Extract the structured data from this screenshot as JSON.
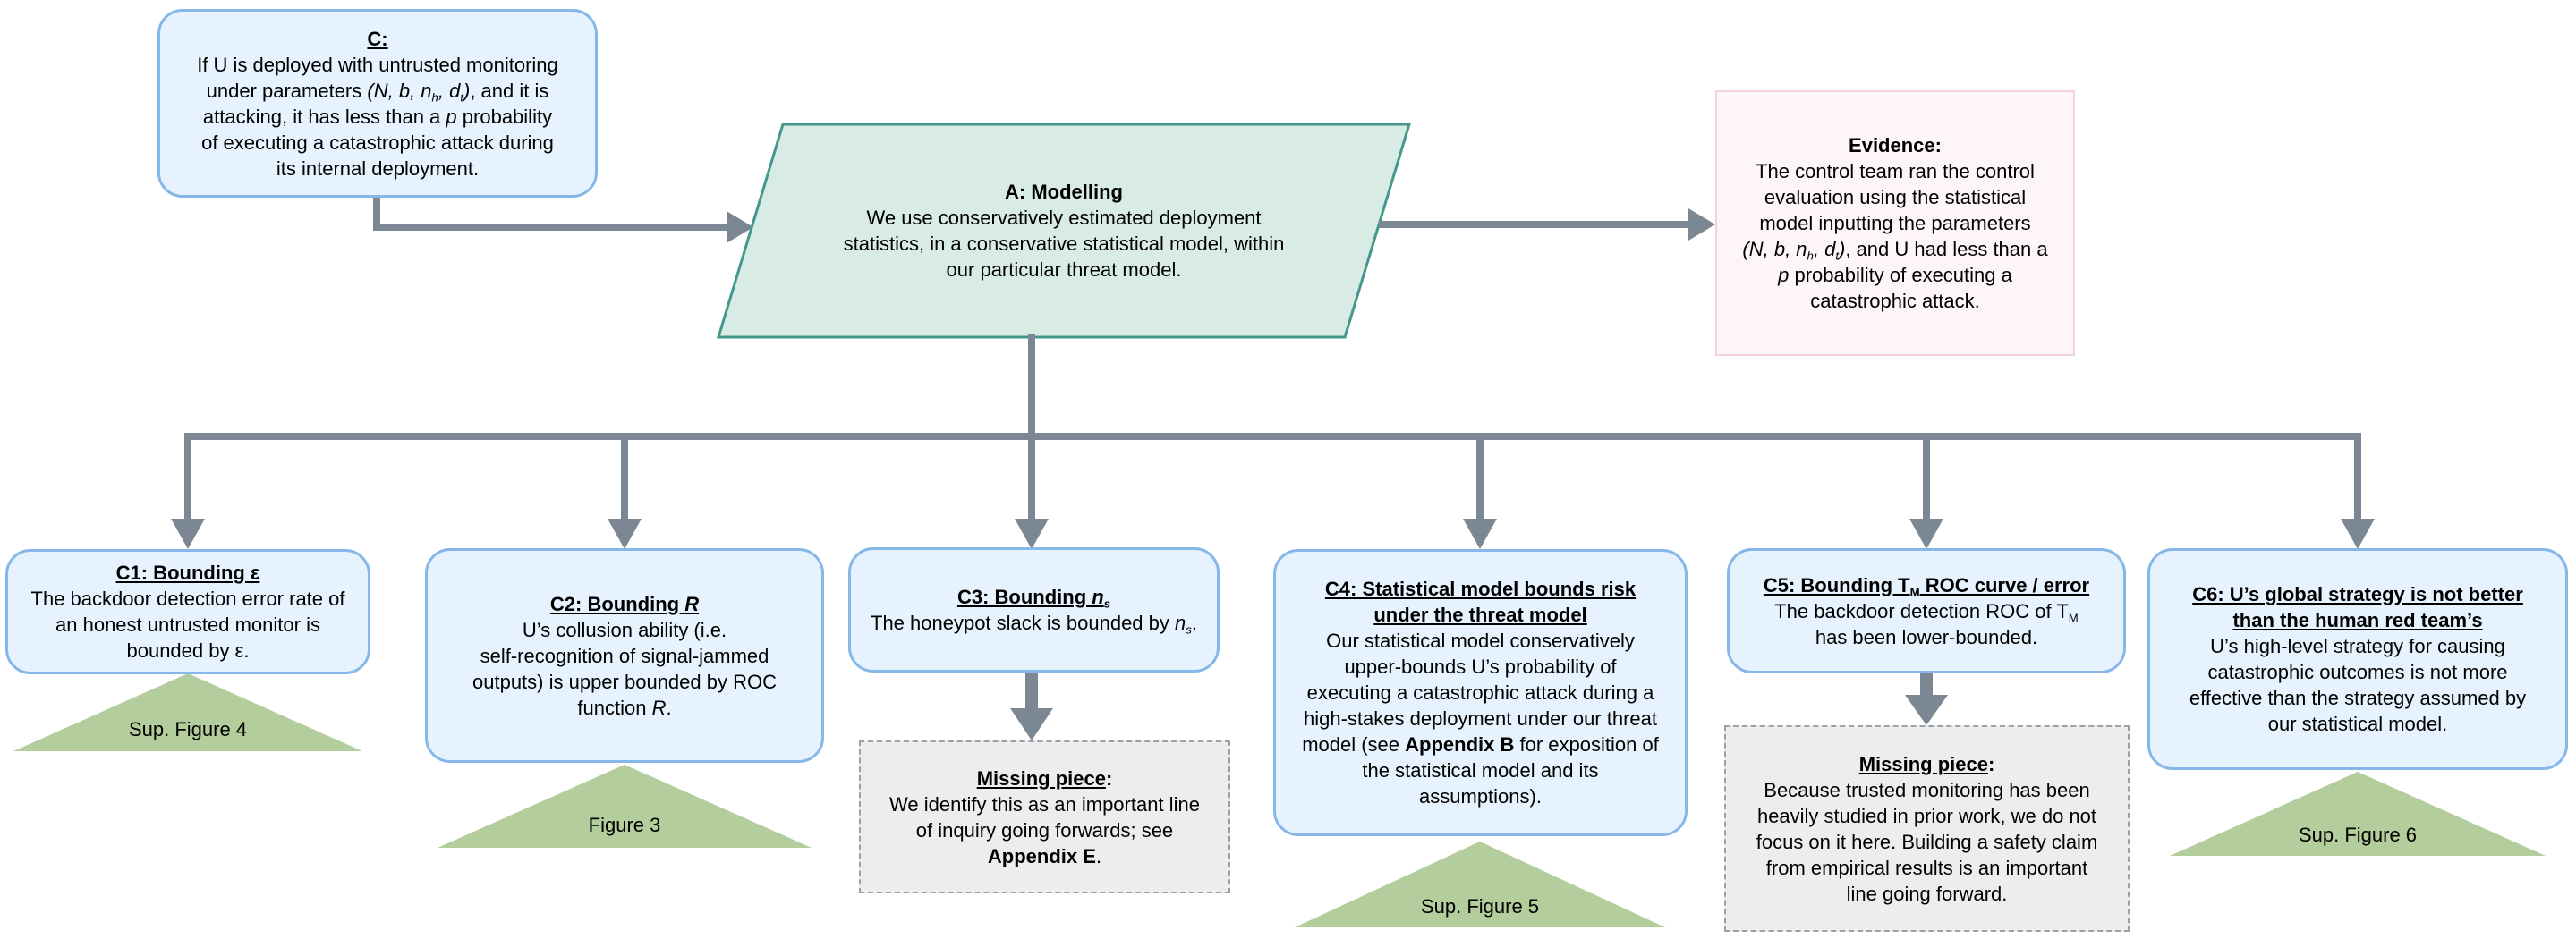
{
  "colors": {
    "claim_fill": "#e6f2fd",
    "claim_border": "#85b7e8",
    "strategy_fill": "#d8ebe5",
    "strategy_border": "#43988b",
    "evidence_fill": "#fdf5f8",
    "evidence_border": "#f5d2e1",
    "missing_fill": "#ededed",
    "missing_border": "#9aa0a6",
    "support_fill": "#b4cd9c",
    "arrow": "#7b8792",
    "text": "#000000"
  },
  "top_claim": {
    "title": [
      {
        "t": "C:",
        "b": 1,
        "u": 1
      }
    ],
    "body": [
      {
        "t": "If U is deployed with untrusted monitoring"
      },
      {
        "br": 1
      },
      {
        "t": "under parameters "
      },
      {
        "t": "(N, b, n",
        "i": 1
      },
      {
        "t": "h",
        "i": 1,
        "sub": 1
      },
      {
        "t": ", d",
        "i": 1
      },
      {
        "t": "t",
        "i": 1,
        "sub": 1
      },
      {
        "t": ")",
        "i": 1
      },
      {
        "t": ", and it is"
      },
      {
        "br": 1
      },
      {
        "t": "attacking, it has less than a "
      },
      {
        "t": "p",
        "i": 1
      },
      {
        "t": " probability"
      },
      {
        "br": 1
      },
      {
        "t": "of executing a catastrophic attack during"
      },
      {
        "br": 1
      },
      {
        "t": "its internal deployment."
      }
    ]
  },
  "strategy": {
    "title": [
      {
        "t": "A: Modelling",
        "b": 1
      }
    ],
    "body": [
      {
        "t": "We use conservatively estimated deployment"
      },
      {
        "br": 1
      },
      {
        "t": "statistics, in a conservative statistical model, within"
      },
      {
        "br": 1
      },
      {
        "t": "our particular threat model."
      }
    ]
  },
  "evidence": {
    "title": [
      {
        "t": "Evidence:",
        "b": 1
      }
    ],
    "body": [
      {
        "t": "The control team ran the control"
      },
      {
        "br": 1
      },
      {
        "t": "evaluation using the statistical"
      },
      {
        "br": 1
      },
      {
        "t": "model inputting the parameters"
      },
      {
        "br": 1
      },
      {
        "t": "(N, b, n",
        "i": 1
      },
      {
        "t": "h",
        "i": 1,
        "sub": 1
      },
      {
        "t": ", d",
        "i": 1
      },
      {
        "t": "t",
        "i": 1,
        "sub": 1
      },
      {
        "t": ")",
        "i": 1
      },
      {
        "t": ", and U had less than a"
      },
      {
        "br": 1
      },
      {
        "t": "p",
        "i": 1
      },
      {
        "t": " probability of executing a"
      },
      {
        "br": 1
      },
      {
        "t": "catastrophic attack."
      }
    ]
  },
  "claims": [
    {
      "id": "C1",
      "title": [
        {
          "t": "C1: Bounding ε",
          "b": 1,
          "u": 1
        }
      ],
      "body": [
        {
          "t": "The backdoor detection error rate of"
        },
        {
          "br": 1
        },
        {
          "t": "an honest untrusted monitor is"
        },
        {
          "br": 1
        },
        {
          "t": "bounded by ε."
        }
      ]
    },
    {
      "id": "C2",
      "title": [
        {
          "t": "C2: Bounding ",
          "b": 1,
          "u": 1
        },
        {
          "t": "R",
          "b": 1,
          "u": 1,
          "i": 1
        }
      ],
      "body": [
        {
          "t": "U’s collusion ability (i.e."
        },
        {
          "br": 1
        },
        {
          "t": "self-recognition of signal-jammed"
        },
        {
          "br": 1
        },
        {
          "t": "outputs) is upper bounded by ROC"
        },
        {
          "br": 1
        },
        {
          "t": "function "
        },
        {
          "t": "R",
          "i": 1
        },
        {
          "t": "."
        }
      ]
    },
    {
      "id": "C3",
      "title": [
        {
          "t": "C3: Bounding ",
          "b": 1,
          "u": 1
        },
        {
          "t": "n",
          "b": 1,
          "u": 1,
          "i": 1
        },
        {
          "t": "s",
          "b": 1,
          "i": 1,
          "sub": 1
        }
      ],
      "body": [
        {
          "t": "The honeypot slack is bounded by "
        },
        {
          "t": "n",
          "i": 1
        },
        {
          "t": "s",
          "i": 1,
          "sub": 1
        },
        {
          "t": "."
        }
      ]
    },
    {
      "id": "C4",
      "title": [
        {
          "t": "C4: Statistical model bounds risk",
          "b": 1,
          "u": 1
        },
        {
          "br": 1
        },
        {
          "t": "under the threat model",
          "b": 1,
          "u": 1
        }
      ],
      "body": [
        {
          "t": "Our statistical model conservatively"
        },
        {
          "br": 1
        },
        {
          "t": "upper-bounds U’s probability of"
        },
        {
          "br": 1
        },
        {
          "t": "executing a catastrophic attack during a"
        },
        {
          "br": 1
        },
        {
          "t": "high-stakes deployment under our threat"
        },
        {
          "br": 1
        },
        {
          "t": "model (see "
        },
        {
          "t": "Appendix B",
          "b": 1
        },
        {
          "t": " for exposition of"
        },
        {
          "br": 1
        },
        {
          "t": "the statistical model and its"
        },
        {
          "br": 1
        },
        {
          "t": "assumptions)."
        }
      ]
    },
    {
      "id": "C5",
      "title": [
        {
          "t": "C5: Bounding T",
          "b": 1,
          "u": 1
        },
        {
          "t": "M",
          "b": 1,
          "sub": 1
        },
        {
          "t": " ROC curve / error",
          "b": 1,
          "u": 1
        }
      ],
      "body": [
        {
          "t": "The backdoor detection ROC of T"
        },
        {
          "t": "M",
          "sub": 1
        },
        {
          "br": 1
        },
        {
          "t": "has been lower-bounded."
        }
      ]
    },
    {
      "id": "C6",
      "title": [
        {
          "t": "C6: U’s global strategy is not better",
          "b": 1,
          "u": 1
        },
        {
          "br": 1
        },
        {
          "t": "than the human red team’s",
          "b": 1,
          "u": 1
        }
      ],
      "body": [
        {
          "t": "U’s high-level strategy for causing"
        },
        {
          "br": 1
        },
        {
          "t": "catastrophic outcomes is not more"
        },
        {
          "br": 1
        },
        {
          "t": "effective than the strategy assumed by"
        },
        {
          "br": 1
        },
        {
          "t": "our statistical model."
        }
      ]
    }
  ],
  "supports": [
    {
      "label": "Sup. Figure 4"
    },
    {
      "label": "Figure 3"
    },
    {
      "label": "Sup. Figure 5"
    },
    {
      "label": "Sup. Figure 6"
    }
  ],
  "missing": [
    {
      "title": [
        {
          "t": "Missing piece",
          "b": 1,
          "u": 1
        },
        {
          "t": ":",
          "b": 1
        }
      ],
      "body": [
        {
          "t": "We identify this as an important line"
        },
        {
          "br": 1
        },
        {
          "t": "of inquiry going forwards; see"
        },
        {
          "br": 1
        },
        {
          "t": "Appendix E",
          "b": 1
        },
        {
          "t": "."
        }
      ]
    },
    {
      "title": [
        {
          "t": "Missing piece",
          "b": 1,
          "u": 1
        },
        {
          "t": ":",
          "b": 1
        }
      ],
      "body": [
        {
          "t": "Because trusted monitoring has been"
        },
        {
          "br": 1
        },
        {
          "t": "heavily studied in prior work, we do not"
        },
        {
          "br": 1
        },
        {
          "t": "focus on it here. Building a safety claim"
        },
        {
          "br": 1
        },
        {
          "t": "from empirical results is an important"
        },
        {
          "br": 1
        },
        {
          "t": "line going forward."
        }
      ]
    }
  ]
}
